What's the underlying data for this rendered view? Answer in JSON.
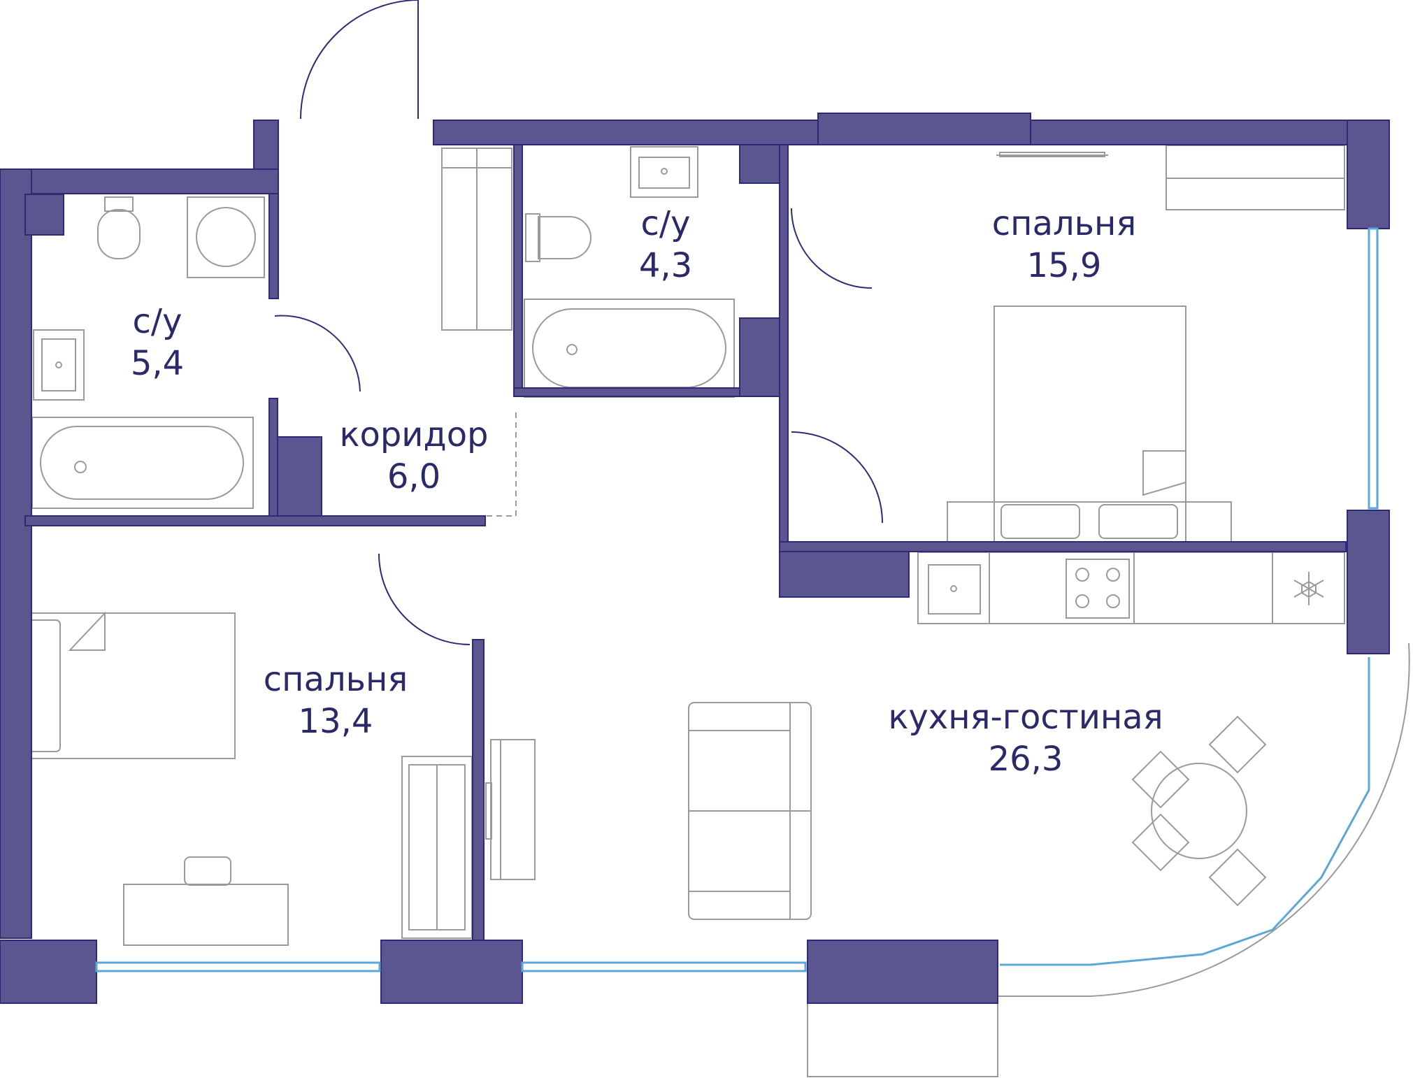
{
  "colors": {
    "wall": "#5b568f",
    "wall_edge": "#2e2a78",
    "text": "#2a2a6a",
    "furniture": "#9a9a9a",
    "window": "#5aa7d8",
    "background": "#ffffff"
  },
  "rooms": [
    {
      "id": "bathroom-1",
      "name": "с/у",
      "area": "5,4"
    },
    {
      "id": "bathroom-2",
      "name": "с/у",
      "area": "4,3"
    },
    {
      "id": "corridor",
      "name": "коридор",
      "area": "6,0"
    },
    {
      "id": "bedroom-1",
      "name": "спальня",
      "area": "15,9"
    },
    {
      "id": "bedroom-2",
      "name": "спальня",
      "area": "13,4"
    },
    {
      "id": "kitchen-living",
      "name": "кухня-гостиная",
      "area": "26,3"
    }
  ],
  "icons": {
    "fridge": "snowflake-icon"
  }
}
